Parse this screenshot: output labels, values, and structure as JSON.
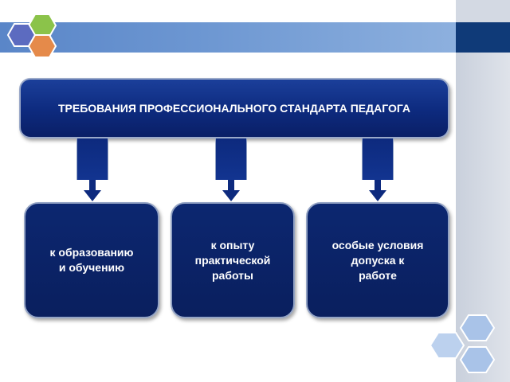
{
  "title": "ТРЕБОВАНИЯ ПРОФЕССИОНАЛЬНОГО СТАНДАРТА ПЕДАГОГА",
  "requirements": [
    {
      "label": "к образованию\nи обучению"
    },
    {
      "label": "к опыту\nпрактической\nработы"
    },
    {
      "label": "особые условия\nдопуска к\nработе"
    }
  ],
  "colors": {
    "box_fill": "#0a1f66",
    "header_band": "#5a86c8",
    "accent_dark": "#0f3a78",
    "hex_green": "#8bc34a",
    "hex_blue": "#5c6bc0",
    "hex_orange": "#e58a4a",
    "hex_light_blue": "#a9c3e8"
  }
}
